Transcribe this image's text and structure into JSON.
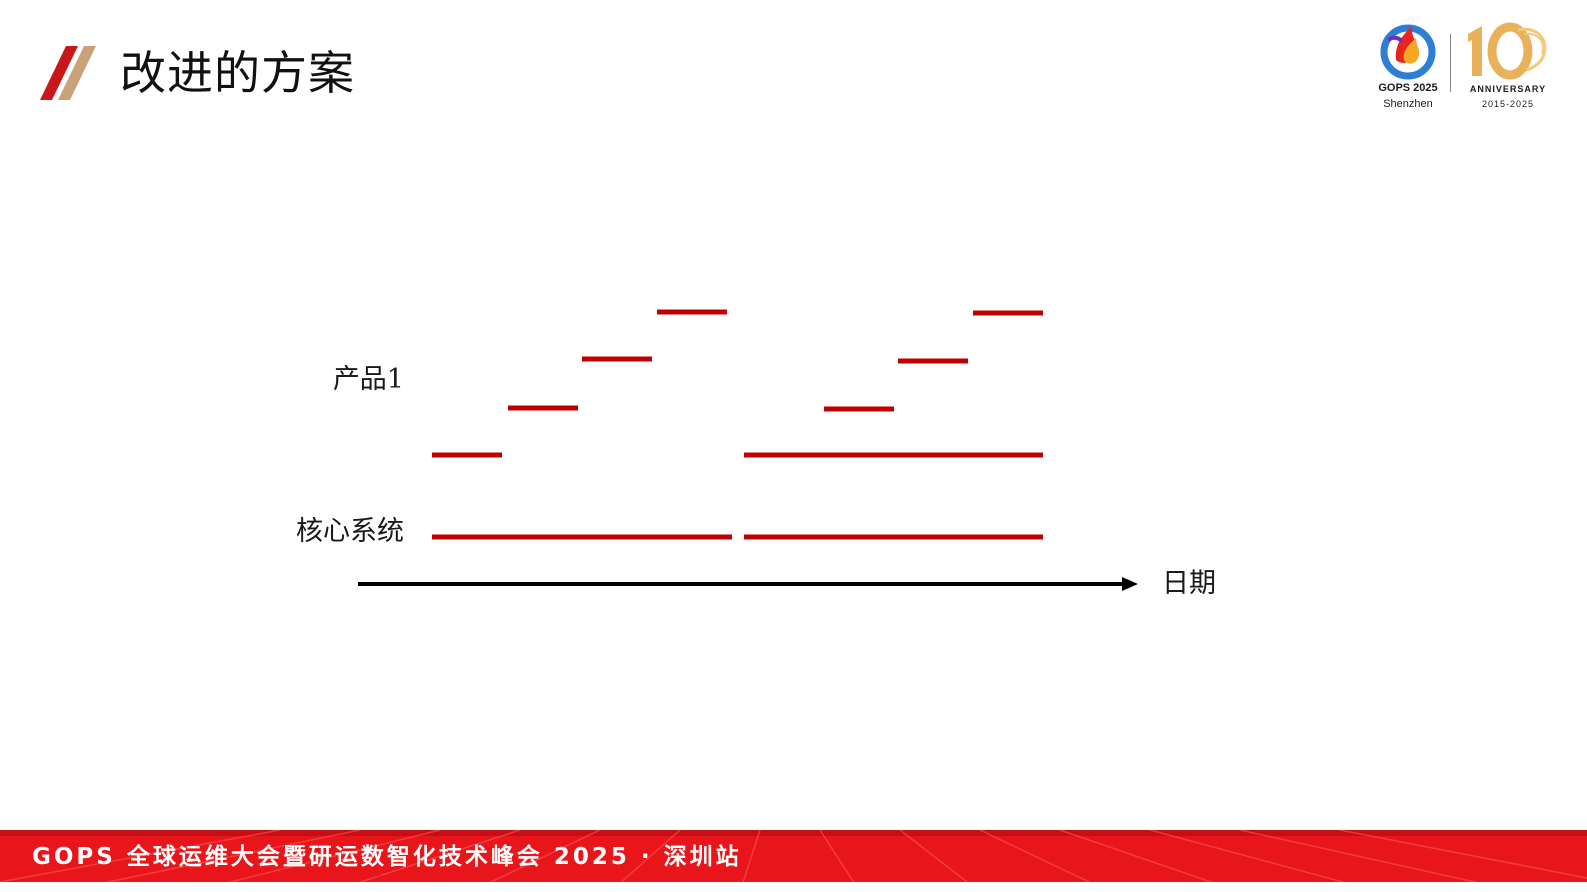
{
  "slide": {
    "title": "改进的方案"
  },
  "logos": {
    "gops_title": "GOPS 2025",
    "gops_sub": "Shenzhen",
    "anniversary_title": "ANNIVERSARY",
    "anniversary_years": "2015-2025"
  },
  "diagram": {
    "labels": {
      "product": "产品1",
      "core": "核心系统",
      "axis": "日期"
    },
    "colors": {
      "segment": "#c00000",
      "axis": "#000000"
    }
  },
  "footer": {
    "text": "GOPS 全球运维大会暨研运数智化技术峰会 2025 · 深圳站"
  },
  "colors": {
    "accent_red": "#e8161b",
    "title_mark_red": "#c8161b",
    "title_mark_gold": "#c9a27a"
  }
}
